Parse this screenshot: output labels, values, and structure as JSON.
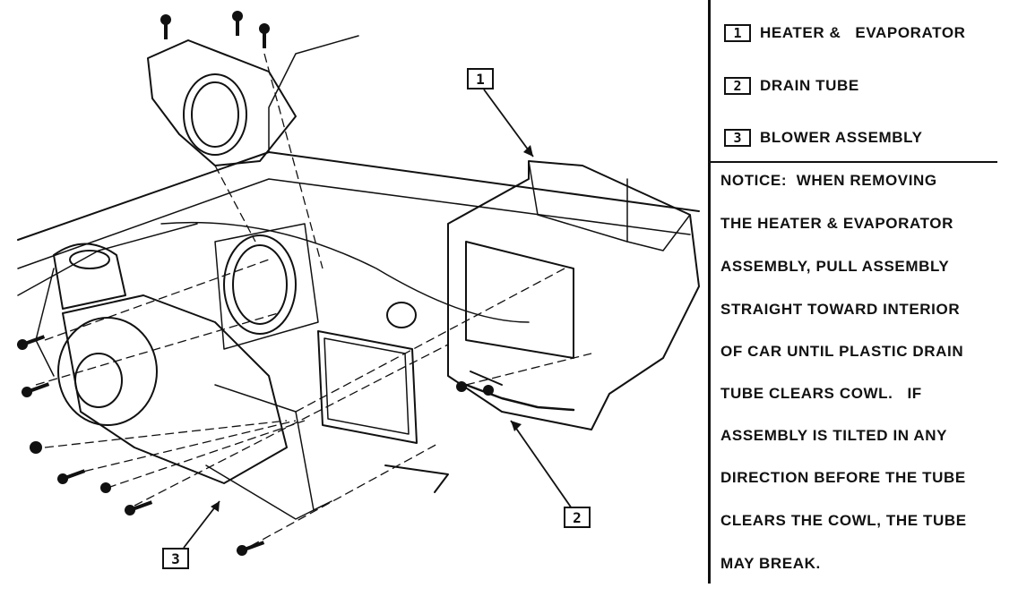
{
  "legend": [
    {
      "num": "1",
      "label": "HEATER &   EVAPORATOR"
    },
    {
      "num": "2",
      "label": "DRAIN TUBE"
    },
    {
      "num": "3",
      "label": "BLOWER ASSEMBLY"
    }
  ],
  "notice": [
    "NOTICE:  WHEN REMOVING",
    "THE HEATER & EVAPORATOR",
    "ASSEMBLY, PULL ASSEMBLY",
    "STRAIGHT TOWARD INTERIOR",
    "OF CAR UNTIL PLASTIC DRAIN",
    "TUBE CLEARS COWL.   IF",
    "ASSEMBLY IS TILTED IN ANY",
    "DIRECTION BEFORE THE TUBE",
    "CLEARS THE COWL, THE TUBE",
    "MAY BREAK."
  ],
  "callouts": {
    "c1": "1",
    "c2": "2",
    "c3": "3"
  }
}
